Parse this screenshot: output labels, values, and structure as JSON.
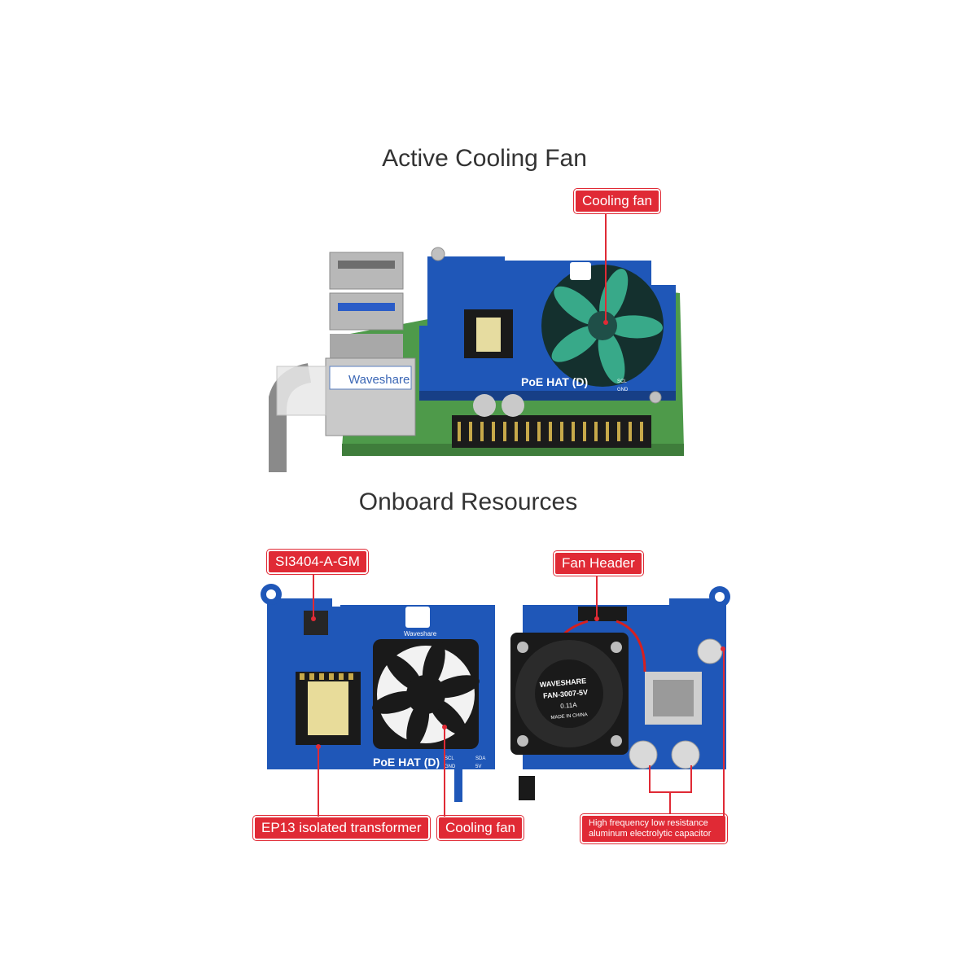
{
  "sections": {
    "top_title": "Active Cooling Fan",
    "bottom_title": "Onboard Resources"
  },
  "callouts": {
    "top_cooling_fan": "Cooling fan",
    "si3404": "SI3404-A-GM",
    "fan_header": "Fan Header",
    "ep13": "EP13 isolated transformer",
    "bottom_cooling_fan": "Cooling fan",
    "capacitor_line1": "High frequency low resistance",
    "capacitor_line2": "aluminum electrolytic capacitor"
  },
  "board_markings": {
    "brand": "Waveshare",
    "model": "PoE HAT (D)",
    "fan_brand": "WAVESHARE",
    "fan_model": "FAN-3007-5V",
    "fan_current": "0.11A",
    "fan_origin": "MADE IN CHINA",
    "pin_scl": "SCL",
    "pin_sda": "SDA",
    "pin_gnd": "GND",
    "pin_5v": "5V"
  },
  "colors": {
    "callout_red": "#e02a35",
    "pcb_blue": "#1f57b8",
    "pi_green": "#4e9a4a",
    "fan_black": "#1a1a1a"
  }
}
